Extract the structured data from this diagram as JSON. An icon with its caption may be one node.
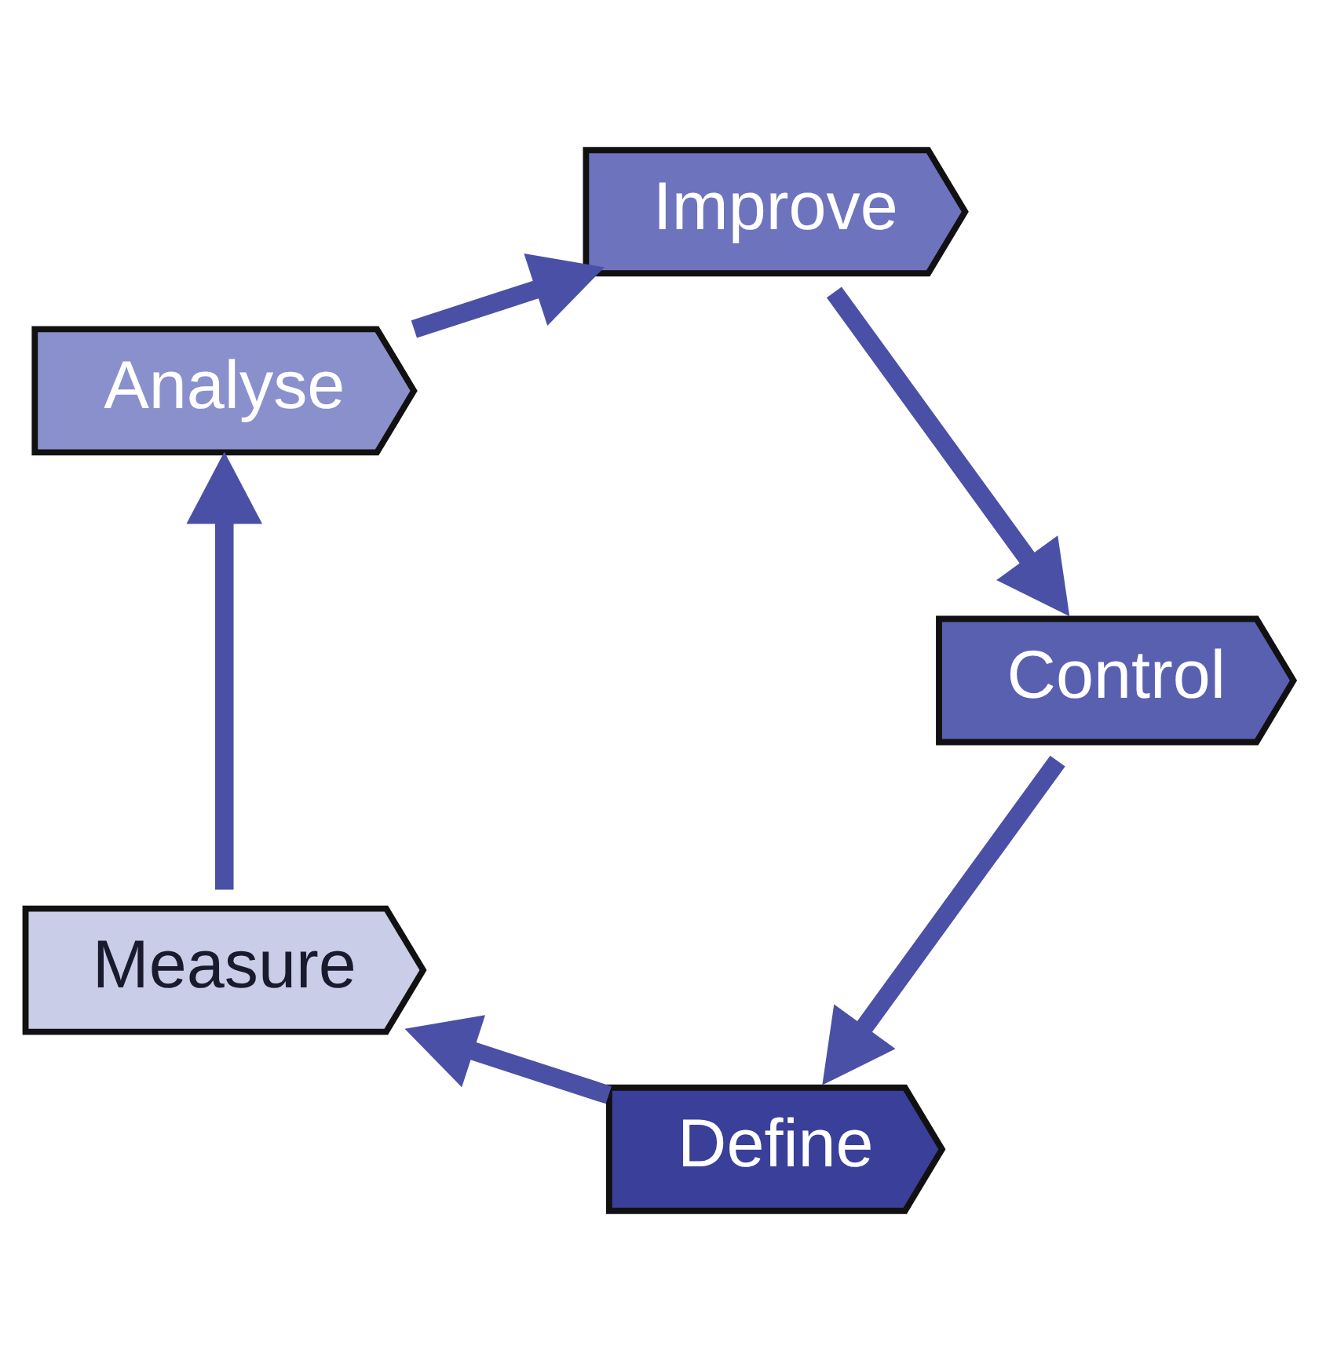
{
  "diagram": {
    "nodes": [
      {
        "text": [
          "Define"
        ]
      },
      {
        "text": [
          "Measure"
        ]
      },
      {
        "text": [
          "Analyse"
        ]
      },
      {
        "text": [
          "Improve"
        ]
      },
      {
        "text": [
          "Control"
        ]
      }
    ],
    "edges": [
      {
        "from": 0,
        "to": 1,
        "arrow": "to"
      },
      {
        "from": 1,
        "to": 2,
        "arrow": "to"
      },
      {
        "from": 2,
        "to": 3,
        "arrow": "to"
      },
      {
        "from": 3,
        "to": 4,
        "arrow": "to"
      },
      {
        "from": 4,
        "to": 0,
        "arrow": "to"
      }
    ]
  }
}
